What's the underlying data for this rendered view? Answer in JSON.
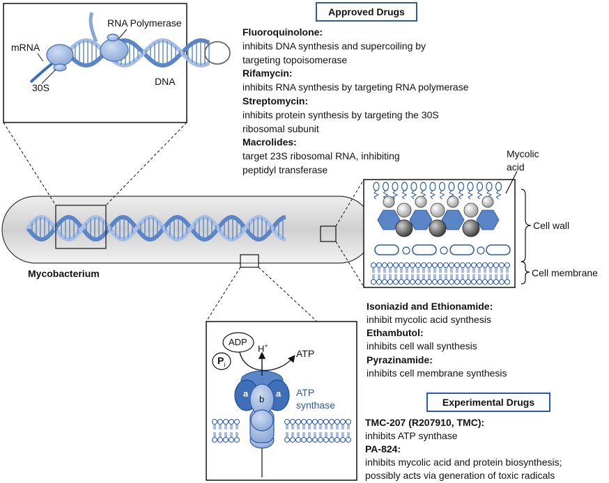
{
  "approved_header": "Approved Drugs",
  "experimental_header": "Experimental Drugs",
  "approved_drugs": [
    {
      "name": "Fluoroquinolone:",
      "desc": [
        "inhibits DNA synthesis and supercoiling by",
        "targeting topoisomerase"
      ]
    },
    {
      "name": "Rifamycin:",
      "desc": [
        "inhibits RNA synthesis by targeting RNA polymerase"
      ]
    },
    {
      "name": "Streptomycin:",
      "desc": [
        "inhibits protein synthesis by targeting the 30S",
        "ribosomal subunit"
      ]
    },
    {
      "name": "Macrolides:",
      "desc": [
        "target 23S ribosomal RNA, inhibiting",
        "peptidyl transferase"
      ]
    }
  ],
  "cellwall_drugs": [
    {
      "name": "Isoniazid and Ethionamide:",
      "desc": [
        "inhibit mycolic acid synthesis"
      ]
    },
    {
      "name": "Ethambutol:",
      "desc": [
        "inhibits cell wall synthesis"
      ]
    },
    {
      "name": "Pyrazinamide:",
      "desc": [
        "inhibits cell membrane synthesis"
      ]
    }
  ],
  "experimental_drugs": [
    {
      "name": "TMC-207 (R207910, TMC):",
      "desc": [
        "inhibits ATP synthase"
      ]
    },
    {
      "name": "PA-824:",
      "desc": [
        "inhibits mycolic acid and protein biosynthesis;",
        "possibly acts via generation of toxic radicals"
      ]
    }
  ],
  "labels": {
    "mrna": "mRNA",
    "rna_polymerase": "RNA Polymerase",
    "ribosome_30s": "30S",
    "dna": "DNA",
    "mycobacterium": "Mycobacterium",
    "mycolic_acid_1": "Mycolic",
    "mycolic_acid_2": "acid",
    "cell_wall": "Cell wall",
    "cell_membrane": "Cell membrane",
    "adp": "ADP",
    "pi": "P",
    "pi_sub": "i",
    "h_plus": "H",
    "h_plus_sup": "+",
    "atp": "ATP",
    "atp_synthase_1": "ATP",
    "atp_synthase_2": "synthase",
    "subunit_a_left": "a",
    "subunit_a_right": "a",
    "subunit_b": "b"
  },
  "colors": {
    "dna_blue": "#5a86c8",
    "dna_light": "#a7bfe4",
    "accent_blue": "#2a5aa8",
    "cell_grey": "#d7d7d7"
  }
}
